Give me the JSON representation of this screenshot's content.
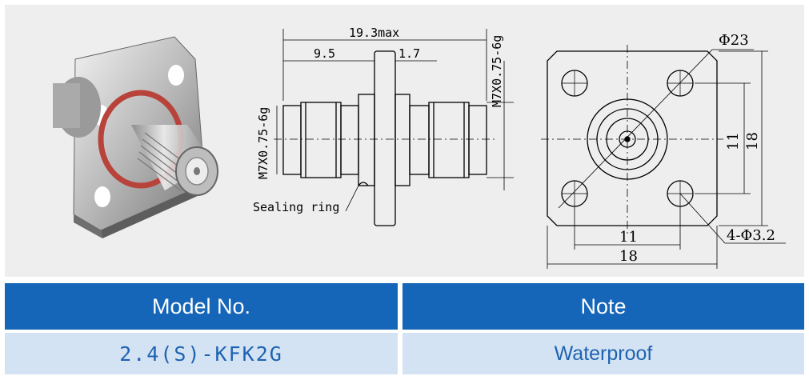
{
  "drawing": {
    "dim_overall": "19.3max",
    "dim_left": "9.5",
    "dim_flange": "1.7",
    "thread_right": "M7X0.75-6g",
    "thread_left": "M7X0.75-6g",
    "sealing_label": "Sealing ring",
    "dia_bolt_circle": "Φ23",
    "dim_h_inner": "11",
    "dim_h_outer": "18",
    "dim_v_inner": "11",
    "dim_v_outer": "18",
    "holes_label": "4-Φ3.2"
  },
  "table": {
    "headers": [
      "Model No.",
      "Note"
    ],
    "row": [
      "2.4(S)-KFK2G",
      "Waterproof"
    ]
  },
  "colors": {
    "header_bg": "#1565b8",
    "row_bg": "#d4e3f3",
    "row_text": "#1e63b1",
    "figure_bg": "#eeeeee"
  }
}
